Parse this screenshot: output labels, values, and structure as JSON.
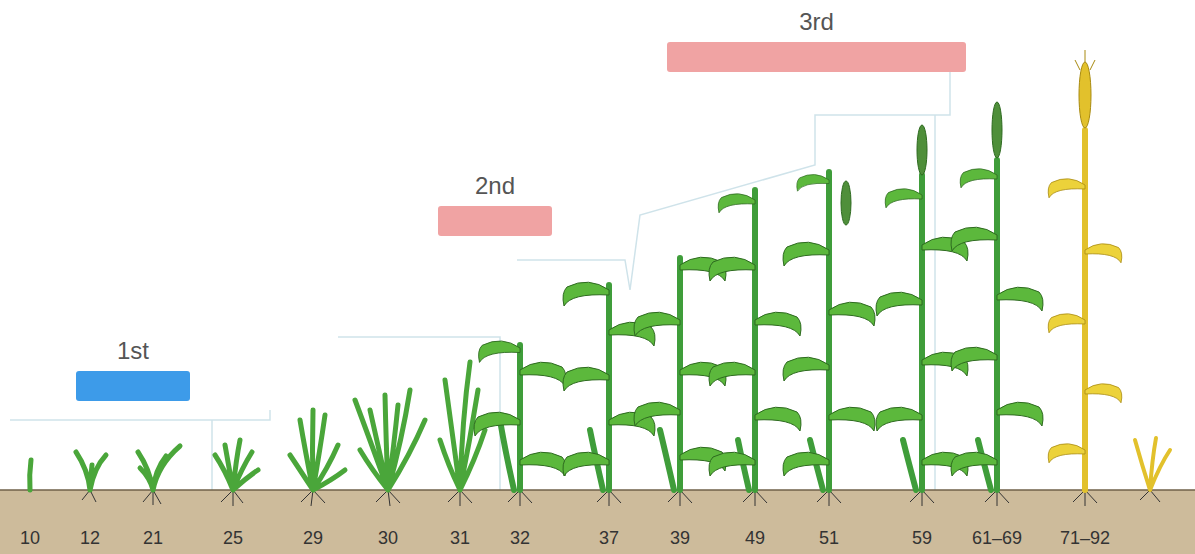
{
  "diagram": {
    "nodes": [
      {
        "text": [
          "1st"
        ]
      },
      {
        "text": [
          "2nd"
        ]
      },
      {
        "text": [
          "3rd"
        ]
      }
    ],
    "labels": [
      "10",
      "12",
      "21",
      "25",
      "29",
      "30",
      "31",
      "32",
      "37",
      "39",
      "49",
      "51",
      "59",
      "61–69",
      "71–92"
    ]
  }
}
